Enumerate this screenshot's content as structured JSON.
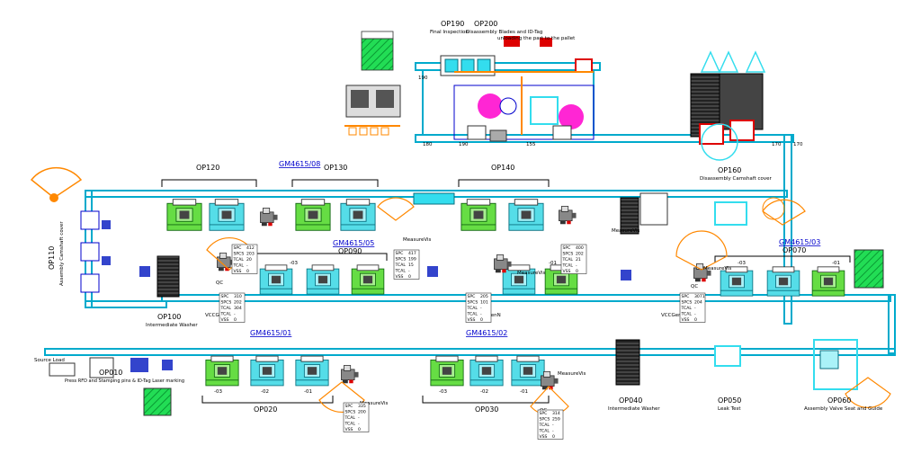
{
  "colors": {
    "conveyor": "#00aacc",
    "cad_black": "#000000",
    "annotation_orange": "#ff8800",
    "link_blue": "#0000cc",
    "station_green": "#33cc33",
    "station_cyan": "#33ddee",
    "alert_red": "#dd0000",
    "magenta": "#ff00cc",
    "hatch_green": "#11cc44"
  },
  "ops": {
    "op190": {
      "code": "OP190",
      "desc": "Final Inspection"
    },
    "op200": {
      "code": "OP200",
      "desc": "Disassembly Blades and ID-Tag"
    },
    "unload_note": "unloading the part to the pallet",
    "op120": {
      "code": "OP120"
    },
    "op130": {
      "code": "OP130"
    },
    "op140": {
      "code": "OP140"
    },
    "op160": {
      "code": "OP160",
      "desc": "Disassembly Camshaft cover"
    },
    "op110": {
      "code": "OP110",
      "desc": "Assembly Camshaft cover"
    },
    "op090": {
      "code": "OP090"
    },
    "op070": {
      "code": "OP070"
    },
    "op100": {
      "code": "OP100",
      "desc": "Intermediate Washer"
    },
    "op020": {
      "code": "OP020"
    },
    "op030": {
      "code": "OP030"
    },
    "op040": {
      "code": "OP040",
      "desc": "Intermediate Washer"
    },
    "op050": {
      "code": "OP050",
      "desc": "Leak Test"
    },
    "op060": {
      "code": "OP060",
      "desc": "Assembly Valve Seat and Guide"
    },
    "op010": {
      "code": "OP010",
      "desc": "Press RFD and Stamping pins & ID-Tag Laser marking"
    }
  },
  "cells": {
    "gm08": "GM4615/08",
    "gm05": "GM4615/05",
    "gm03": "GM4615/03",
    "gm01": "GM4615/01",
    "gm02": "GM4615/02"
  },
  "labels": {
    "measure": "MeasureVis",
    "vcc": "VCCGenN",
    "source": "Source Load",
    "qc": "QC"
  },
  "spc_tables": [
    {
      "rows": [
        [
          "SPC",
          "412"
        ],
        [
          "SPCS",
          "203"
        ],
        [
          "TCAL",
          "20"
        ],
        [
          "TCAL",
          "-"
        ],
        [
          "VSS",
          "0"
        ]
      ]
    },
    {
      "rows": [
        [
          "SPC",
          "417"
        ],
        [
          "SPCS",
          "199"
        ],
        [
          "TCAL",
          "15"
        ],
        [
          "TCAL",
          "-"
        ],
        [
          "VSS",
          "0"
        ]
      ]
    },
    {
      "rows": [
        [
          "SPC",
          "400"
        ],
        [
          "SPCS",
          "202"
        ],
        [
          "TCAL",
          "21"
        ],
        [
          "TCAL",
          "-"
        ],
        [
          "VSS",
          "0"
        ]
      ]
    },
    {
      "rows": [
        [
          "SPC",
          "310"
        ],
        [
          "SPCS",
          "202"
        ],
        [
          "TCAL",
          "304"
        ],
        [
          "TCAL",
          "-"
        ],
        [
          "VSS",
          "0"
        ]
      ]
    },
    {
      "rows": [
        [
          "SPC",
          "205"
        ],
        [
          "SPCS",
          "101"
        ],
        [
          "TCAL",
          "-"
        ],
        [
          "TCAL",
          "-"
        ],
        [
          "VSS",
          "0"
        ]
      ]
    },
    {
      "rows": [
        [
          "SPC",
          "3071"
        ],
        [
          "SPCS",
          "204"
        ],
        [
          "TCAL",
          "-"
        ],
        [
          "TCAL",
          "-"
        ],
        [
          "VSS",
          "0"
        ]
      ]
    },
    {
      "rows": [
        [
          "SPC",
          "335"
        ],
        [
          "SPCS",
          "200"
        ],
        [
          "TCAL",
          "-"
        ],
        [
          "TCAL",
          "-"
        ],
        [
          "VSS",
          "0"
        ]
      ]
    },
    {
      "rows": [
        [
          "SPC",
          "314"
        ],
        [
          "SPCS",
          "259"
        ],
        [
          "TCAL",
          "-"
        ],
        [
          "TCAL",
          "-"
        ],
        [
          "VSS",
          "0"
        ]
      ]
    }
  ],
  "numbers": {
    "n190": "190",
    "n180": "180",
    "n170": "170",
    "n155": "155",
    "s03": "-03",
    "s02": "-02",
    "s01": "-01"
  }
}
